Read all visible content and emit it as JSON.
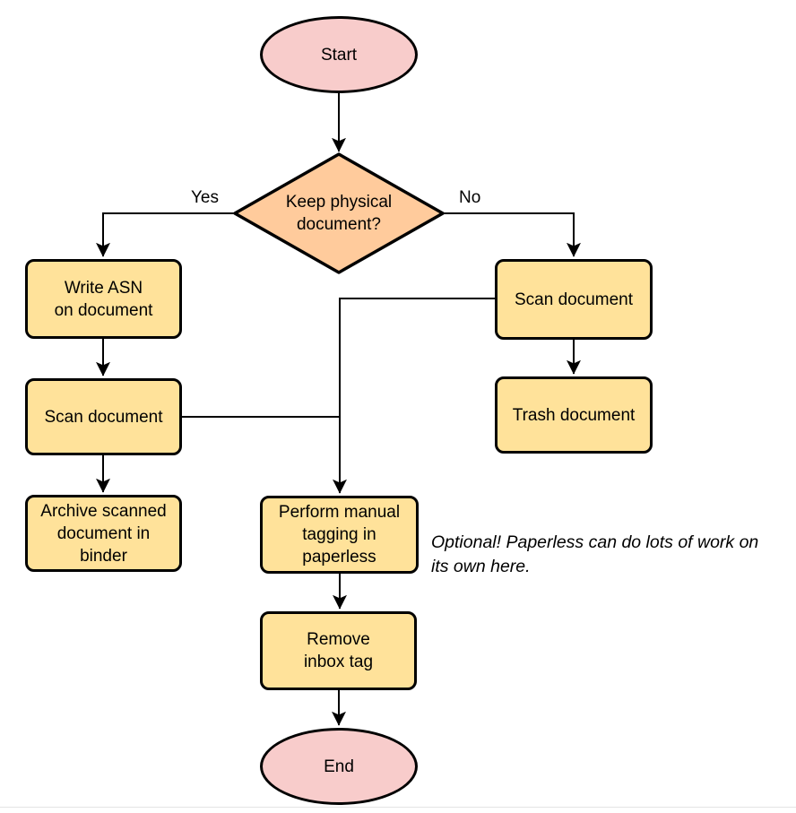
{
  "nodes": {
    "start": {
      "label": "Start"
    },
    "decision": {
      "label": "Keep physical\ndocument?"
    },
    "write_asn": {
      "label": "Write ASN\non document"
    },
    "scan_left": {
      "label": "Scan document"
    },
    "archive": {
      "label": "Archive scanned\ndocument in\nbinder"
    },
    "scan_right": {
      "label": "Scan document"
    },
    "trash": {
      "label": "Trash document"
    },
    "tagging": {
      "label": "Perform manual\ntagging in\npaperless"
    },
    "remove_tag": {
      "label": "Remove\ninbox tag"
    },
    "end": {
      "label": "End"
    }
  },
  "edge_labels": {
    "yes": "Yes",
    "no": "No"
  },
  "note": {
    "text": "Optional! Paperless can do lots of work on\nits own here."
  },
  "colors": {
    "terminal_fill": "#f8cccb",
    "decision_fill": "#ffcb9c",
    "process_fill": "#ffe29a",
    "stroke": "#000000",
    "note_text": "#000000"
  }
}
